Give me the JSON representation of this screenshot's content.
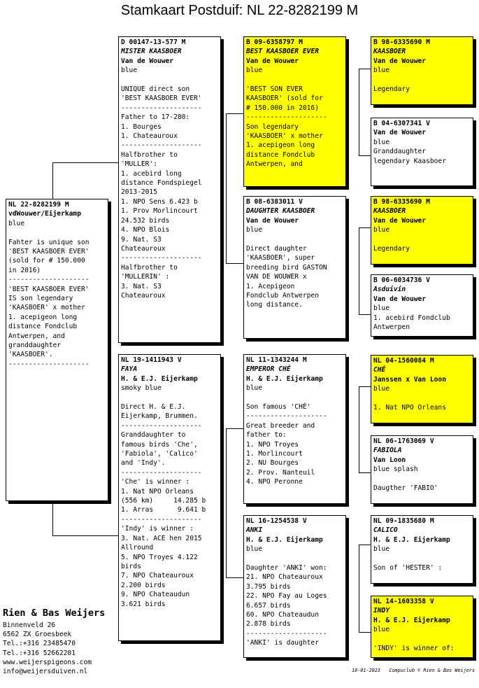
{
  "title": "Stamkaart Postduif: NL  22-8282199 M",
  "cards": {
    "subject": {
      "ring": "NL  22-8282199 M",
      "name": "",
      "lines": [
        "vdWouwer/Eijerkamp",
        "blue",
        "",
        "Fahter is unique son",
        "'BEST KAASBOER EVER'",
        "(sold for # 150.000",
        "in 2016)",
        "--------------------",
        "'BEST KAASBOER EVER'",
        "IS son legendary",
        "'KAASBOER' x mother",
        "1. acepigeon long",
        "distance Fondclub",
        "Antwerpen, and",
        "granddaughter",
        "'KAASBOER'.",
        "--------------------"
      ]
    },
    "sire": {
      "ring": "D   00147-13-577 M",
      "name": "MISTER KAASBOER",
      "lines": [
        "Van de Wouwer",
        "blue",
        "",
        "UNIQUE direct son",
        "'BEST KAASBOER EVER'",
        "--------------------",
        "Father to 17-280:",
        "1. Bourges",
        "1. Chateauroux",
        "--------------------",
        "Halfbrother to",
        "'MULLER':",
        "1. acebird long",
        "distance Fondspiegel",
        "2013-2015",
        "1. NPO Sens 6.423 b",
        "1. Prov Morlincourt",
        "24.532 birds",
        "4. NPO Blois",
        "9. Nat. S3",
        "Chateauroux",
        "--------------------",
        "Halfbrother to",
        "'MULLERIN' :",
        "3. Nat. S3",
        "Chateauroux"
      ]
    },
    "dam": {
      "ring": "NL  19-1411943 V",
      "name": "FAYA",
      "lines": [
        "H. & E.J. Eijerkamp",
        "smoky blue",
        "",
        "Direct H. & E.J.",
        "Eijerkamp, Brummen.",
        "--------------------",
        "Granddaughter to",
        "famous birds 'Che',",
        "'Fabiola', 'Calico'",
        "and 'Indy'.",
        "--------------------",
        "'Che' is winner :",
        "1. Nat NPO Orleans",
        "(556 km)     14.285 b",
        "1. Arras      9.641 b",
        "--------------------",
        "'Indy' is winner :",
        "3. Nat. ACE hen 2015",
        "Allround",
        "5. NPO Troyes 4.122",
        "birds",
        "7. NPO Chateauroux",
        "2.200 birds",
        "9. NPO Chateaudun",
        "3.621 birds"
      ]
    },
    "ss": {
      "ring": "B   09-6358797 M",
      "name": "BEST KAASBOER EVER",
      "lines": [
        "Van de Wouwer",
        "blue",
        "",
        "'BEST SON EVER",
        "KAASBOER' (sold for",
        "# 150.000 in 2016)",
        "--------------------",
        "Son legendary",
        "'KAASBOER' x mother",
        "1. acepigeon long",
        "distance Fondclub",
        "Antwerpen, and"
      ]
    },
    "sd": {
      "ring": "B   08-6383011 V",
      "name": "DAUGHTER KAASBOER",
      "lines": [
        "Van de Wouwer",
        "blue",
        "",
        "Direct daughter",
        "'KAASBOER', super",
        "breeding bird GASTON",
        "VAN DE WOUWER x",
        "1. Acepigeon",
        "Fondclub Antwerpen",
        "long distance."
      ]
    },
    "ds": {
      "ring": "NL  11-1343244 M",
      "name": "EMPEROR CHÉ",
      "lines": [
        "H. & E.J. Eijerkamp",
        "blue",
        "",
        "Son famous 'CHÉ'",
        "--------------------",
        "Great breeder and",
        "father to:",
        "1. NPO Troyes",
        "1. Morlincourt",
        "2. NU Bourges",
        "2. Prov. Nanteuil",
        "4. NPO Peronne"
      ]
    },
    "dd": {
      "ring": "NL  16-1254538 V",
      "name": "ANKI",
      "lines": [
        "H. & E.J. Eijerkamp",
        "blue",
        "",
        "Daughter 'ANKI' won:",
        "21. NPO Chateauroux",
        "3.795 birds",
        "22. NPO Fay au Loges",
        "6.657 birds",
        "60. NPO Chateaudun",
        "2.878 birds",
        "--------------------",
        "'ANKI' is daughter"
      ]
    },
    "sss": {
      "ring": "B   98-6335690 M",
      "name": "KAASBOER",
      "lines": [
        "Van de Wouwer",
        "blue",
        "",
        "Legendary"
      ]
    },
    "ssd": {
      "ring": "B   04-6307341 V",
      "name": "",
      "lines": [
        "Van de Wouwer",
        "blue",
        "Granddaughter",
        "legendary Kaasboer"
      ]
    },
    "sds": {
      "ring": "B   98-6335690 M",
      "name": "KAASBOER",
      "lines": [
        "Van de Wouwer",
        "blue",
        "",
        "Legendary"
      ]
    },
    "sdd": {
      "ring": "B   06-6034736 V",
      "name": "Asduivin",
      "lines": [
        "Van de Wouwer",
        "blue",
        "1. acebird Fondclub",
        "Antwerpen"
      ]
    },
    "dss": {
      "ring": "NL  04-1560084 M",
      "name": "CHÉ",
      "lines": [
        "Janssen x Van Loon",
        "blue",
        "",
        "1. Nat NPO Orleans"
      ]
    },
    "dsd": {
      "ring": "NL  06-1763069 V",
      "name": "FABIOLA",
      "lines": [
        "Van Loon",
        "blue splash",
        "",
        "Daugther 'FABIO'"
      ]
    },
    "dds": {
      "ring": "NL  09-1835680 M",
      "name": "CALICO",
      "lines": [
        "H. & E.J. Eijerkamp",
        "blue",
        "",
        "Son of 'HESTER' :"
      ]
    },
    "ddd": {
      "ring": "NL  14-1603358 V",
      "name": "INDY",
      "lines": [
        "H. & E.J. Eijerkamp",
        "blue",
        "",
        "'INDY' is winner of:"
      ]
    }
  },
  "breeder": {
    "name": "Rien & Bas Weijers",
    "lines": [
      "Binnenveld 26",
      "6562 ZX  Groesbeek",
      "Tel.:+316 23485470",
      "Tel.:+316 52662201",
      "www.weijerspigeons.com",
      "info@weijersduiven.nl"
    ]
  },
  "footer": {
    "date": "18-01-2023",
    "credit": "Compuclub © Rien & Bas Weijers"
  },
  "colors": {
    "highlight": "#ffff00",
    "border": "#000000"
  }
}
